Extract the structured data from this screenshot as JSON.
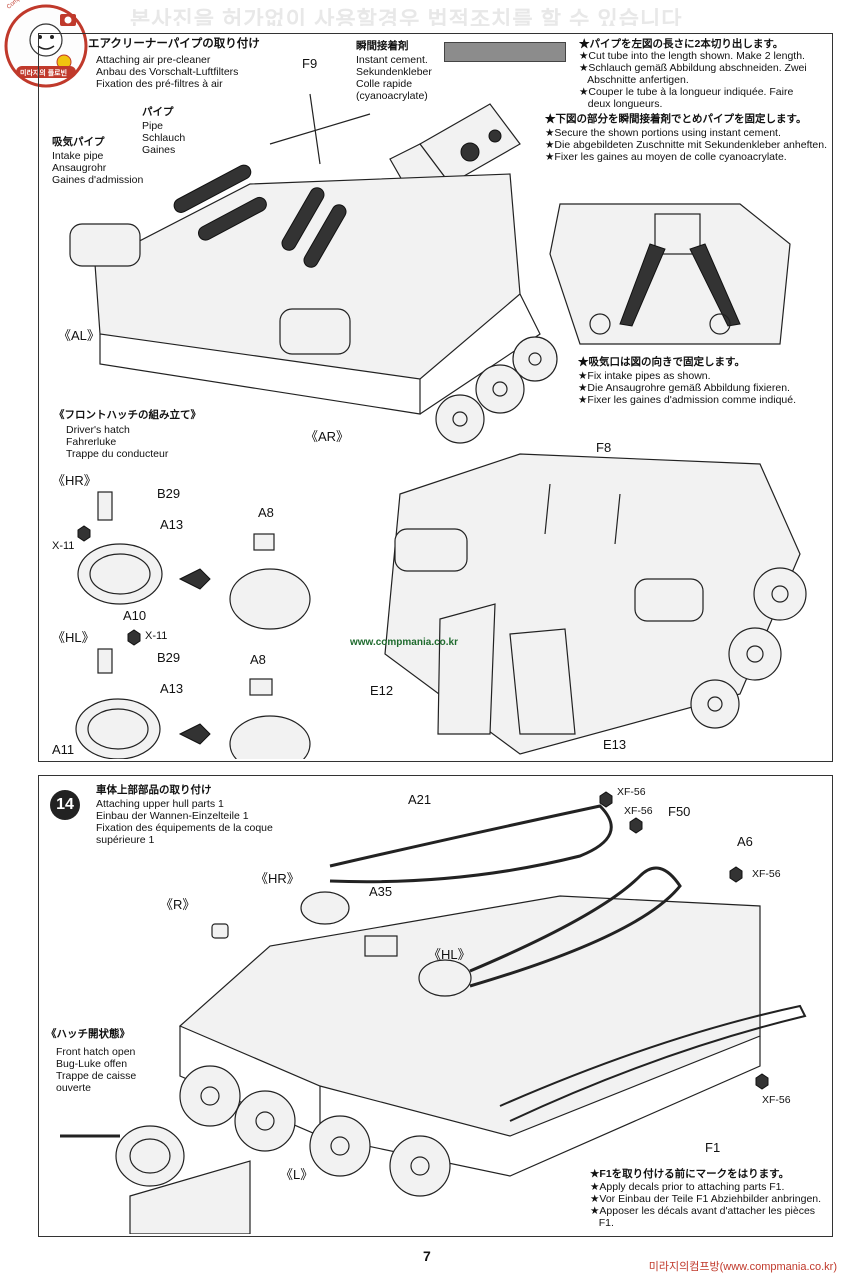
{
  "watermark_top": "본사진을 허가없이 사용할경우 법적조치를 할 수 있습니다",
  "logo": {
    "text": "Compmania.co.kr",
    "badge": "미라지의 플로빈"
  },
  "sec_pipe": {
    "title": "エアクリーナーパイプの取り付け",
    "lines": [
      "Attaching air pre-cleaner",
      "Anbau des Vorschalt-Luftfilters",
      "Fixation des pré-filtres à air"
    ]
  },
  "cement": {
    "title": "瞬間接着剤",
    "lines": [
      "Instant cement.",
      "Sekundenkleber",
      "Colle rapide",
      "(cyanoacrylate)"
    ]
  },
  "note_cut": {
    "jp": "★パイプを左図の長さに2本切り出します。",
    "lines": [
      "★Cut tube into the length shown. Make 2 length.",
      "★Schlauch gemäß Abbildung abschneiden. Zwei",
      "   Abschnitte anfertigen.",
      "★Couper le tube à la longueur indiquée. Faire",
      "   deux longueurs."
    ]
  },
  "note_secure": {
    "jp": "★下図の部分を瞬間接着剤でとめパイプを固定します。",
    "lines": [
      "★Secure the shown portions using instant cement.",
      "★Die abgebildeten Zuschnitte mit Sekundenkleber anheften.",
      "★Fixer les gaines au moyen de colle cyanoacrylate."
    ]
  },
  "note_intake": {
    "jp": "★吸気口は図の向きで固定します。",
    "lines": [
      "★Fix intake pipes as shown.",
      "★Die Ansaugrohre gemäß Abbildung fixieren.",
      "★Fixer les gaines d'admission comme indiqué."
    ]
  },
  "pipe_label": {
    "jp": "パイプ",
    "lines": [
      "Pipe",
      "Schlauch",
      "Gaines"
    ]
  },
  "intake_label": {
    "jp": "吸気パイプ",
    "lines": [
      "Intake pipe",
      "Ansaugrohr",
      "Gaines d'admission"
    ]
  },
  "parts_top": {
    "f9": "F9",
    "al": "《AL》",
    "ar": "《AR》",
    "f8": "F8",
    "e12": "E12",
    "e13": "E13"
  },
  "sec_hatch": {
    "title": "《フロントハッチの組み立て》",
    "lines": [
      "Driver's hatch",
      "Fahrerluke",
      "Trappe du conducteur"
    ]
  },
  "hatch_parts": {
    "hr": "《HR》",
    "hl": "《HL》",
    "b29a": "B29",
    "b29b": "B29",
    "a13a": "A13",
    "a13b": "A13",
    "a10": "A10",
    "a11": "A11",
    "a8a": "A8",
    "a8b": "A8",
    "x11a": "X-11",
    "x11b": "X-11"
  },
  "watermark_mid": "www.compmania.co.kr",
  "step14": {
    "number": "14",
    "title": "車体上部部品の取り付け",
    "lines": [
      "Attaching upper hull parts 1",
      "Einbau der Wannen-Einzelteile 1",
      "Fixation des équipements de la coque",
      "supérieure 1"
    ]
  },
  "step14_parts": {
    "a21": "A21",
    "xf56a": "XF-56",
    "xf56b": "XF-56",
    "f50": "F50",
    "a6": "A6",
    "xf56c": "XF-56",
    "hr": "《HR》",
    "r": "《R》",
    "a35": "A35",
    "hl": "《HL》",
    "xf56d": "XF-56",
    "f1": "F1",
    "l": "《L》"
  },
  "hatch_open": {
    "title": "《ハッチ開状態》",
    "lines": [
      "Front hatch open",
      "Bug-Luke offen",
      "Trappe de caisse",
      "ouverte"
    ]
  },
  "note_decal": {
    "jp": "★F1を取り付ける前にマークをはります。",
    "lines": [
      "★Apply decals prior to attaching parts F1.",
      "★Vor Einbau der Teile F1 Abziehbilder anbringen.",
      "★Apposer les décals avant d'attacher les pièces",
      "   F1."
    ]
  },
  "page_number": "7",
  "footer": "미라지의컴프방(www.compmania.co.kr)"
}
